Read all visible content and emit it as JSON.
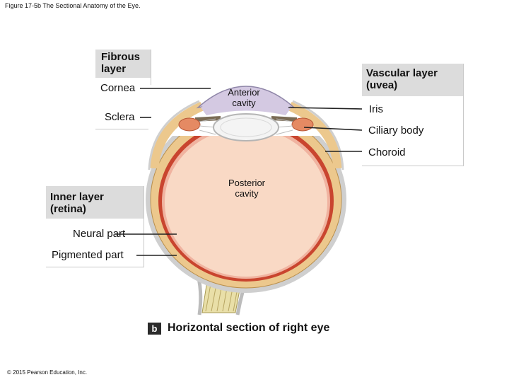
{
  "figure_title": "Figure 17-5b The Sectional Anatomy of the Eye.",
  "copyright": "© 2015 Pearson Education, Inc.",
  "fibrous_layer": {
    "heading": "Fibrous layer",
    "parts": [
      "Cornea",
      "Sclera"
    ]
  },
  "vascular_layer": {
    "heading": "Vascular layer (uvea)",
    "parts": [
      "Iris",
      "Ciliary body",
      "Choroid"
    ]
  },
  "inner_layer": {
    "heading": "Inner layer (retina)",
    "parts": [
      "Neural part",
      "Pigmented part"
    ]
  },
  "cavities": {
    "anterior": "Anterior cavity",
    "posterior": "Posterior cavity"
  },
  "caption": {
    "letter": "b",
    "text": "Horizontal section of right eye"
  },
  "colors": {
    "vitreous": "#f9d9c5",
    "sclera": "#ecc88d",
    "choroid": "#c9452f",
    "anterior_chamber": "#d4c9e2",
    "label_box_header": "#dcdcdc"
  }
}
